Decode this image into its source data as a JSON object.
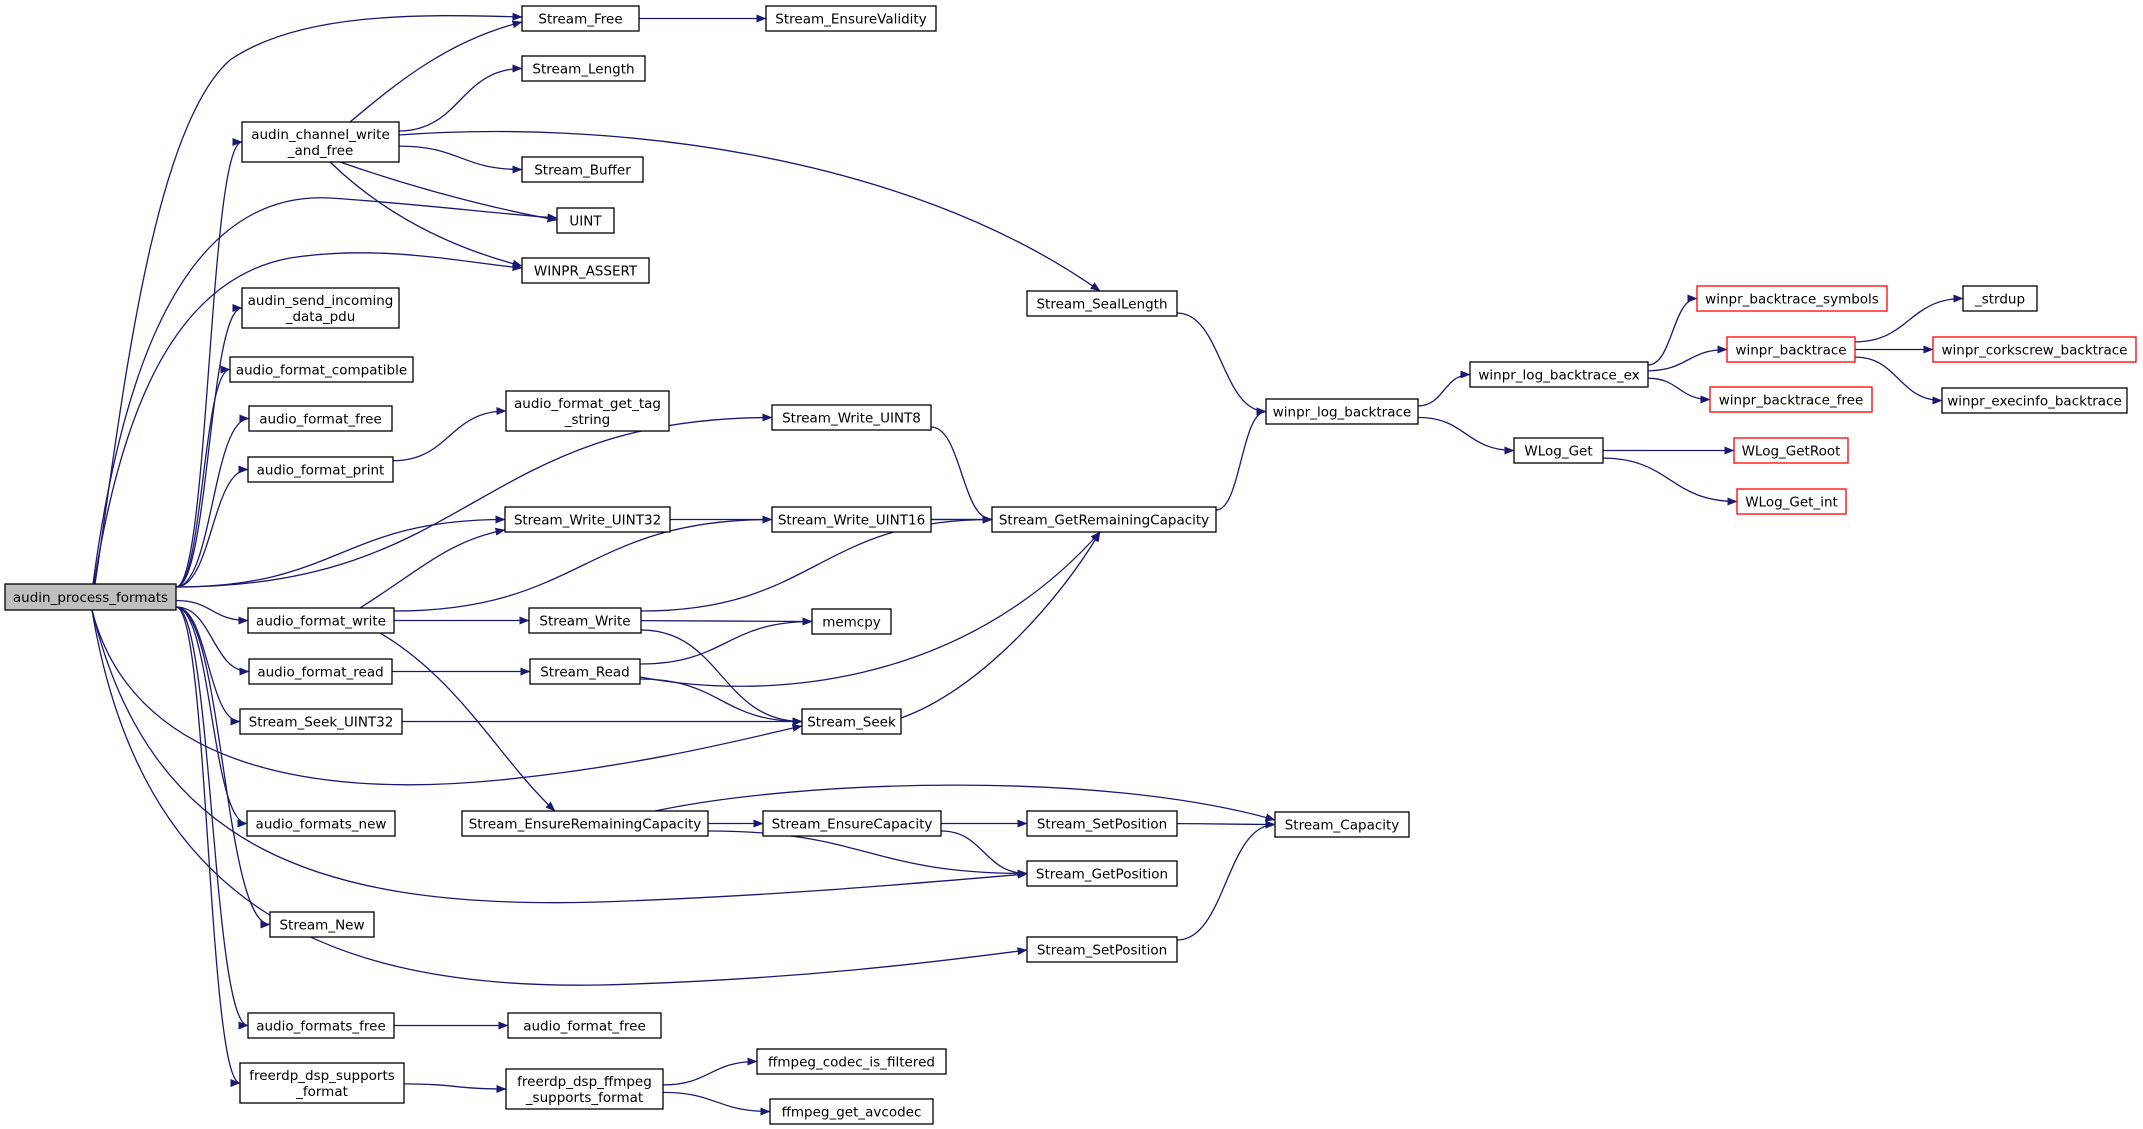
{
  "diagram": {
    "title": "",
    "nodes": [
      {
        "id": "root",
        "lines": [
          "audin_process_formats"
        ],
        "style": "root"
      },
      {
        "id": "stream_free",
        "lines": [
          "Stream_Free"
        ],
        "style": "normal"
      },
      {
        "id": "stream_ensurevalidity",
        "lines": [
          "Stream_EnsureValidity"
        ],
        "style": "normal"
      },
      {
        "id": "audin_channel_write",
        "lines": [
          "audin_channel_write",
          "_and_free"
        ],
        "style": "normal"
      },
      {
        "id": "stream_length",
        "lines": [
          "Stream_Length"
        ],
        "style": "normal"
      },
      {
        "id": "stream_buffer",
        "lines": [
          "Stream_Buffer"
        ],
        "style": "normal"
      },
      {
        "id": "uint",
        "lines": [
          "UINT"
        ],
        "style": "normal"
      },
      {
        "id": "winpr_assert",
        "lines": [
          "WINPR_ASSERT"
        ],
        "style": "normal"
      },
      {
        "id": "audin_send_incoming",
        "lines": [
          "audin_send_incoming",
          "_data_pdu"
        ],
        "style": "normal"
      },
      {
        "id": "audio_format_compatible",
        "lines": [
          "audio_format_compatible"
        ],
        "style": "normal"
      },
      {
        "id": "audio_format_free_1",
        "lines": [
          "audio_format_free"
        ],
        "style": "normal"
      },
      {
        "id": "audio_format_print",
        "lines": [
          "audio_format_print"
        ],
        "style": "normal"
      },
      {
        "id": "audio_format_get_tag",
        "lines": [
          "audio_format_get_tag",
          "_string"
        ],
        "style": "normal"
      },
      {
        "id": "stream_seallength",
        "lines": [
          "Stream_SealLength"
        ],
        "style": "normal"
      },
      {
        "id": "stream_write_uint8",
        "lines": [
          "Stream_Write_UINT8"
        ],
        "style": "normal"
      },
      {
        "id": "stream_write_uint32",
        "lines": [
          "Stream_Write_UINT32"
        ],
        "style": "normal"
      },
      {
        "id": "stream_write_uint16",
        "lines": [
          "Stream_Write_UINT16"
        ],
        "style": "normal"
      },
      {
        "id": "stream_getremainingcapacity",
        "lines": [
          "Stream_GetRemainingCapacity"
        ],
        "style": "normal"
      },
      {
        "id": "audio_format_write",
        "lines": [
          "audio_format_write"
        ],
        "style": "normal"
      },
      {
        "id": "stream_write",
        "lines": [
          "Stream_Write"
        ],
        "style": "normal"
      },
      {
        "id": "memcpy",
        "lines": [
          "memcpy"
        ],
        "style": "normal"
      },
      {
        "id": "audio_format_read",
        "lines": [
          "audio_format_read"
        ],
        "style": "normal"
      },
      {
        "id": "stream_read",
        "lines": [
          "Stream_Read"
        ],
        "style": "normal"
      },
      {
        "id": "stream_seek_uint32",
        "lines": [
          "Stream_Seek_UINT32"
        ],
        "style": "normal"
      },
      {
        "id": "stream_seek",
        "lines": [
          "Stream_Seek"
        ],
        "style": "normal"
      },
      {
        "id": "audio_formats_new",
        "lines": [
          "audio_formats_new"
        ],
        "style": "normal"
      },
      {
        "id": "stream_ensureremainingcapacity",
        "lines": [
          "Stream_EnsureRemainingCapacity"
        ],
        "style": "normal"
      },
      {
        "id": "stream_ensurecapacity",
        "lines": [
          "Stream_EnsureCapacity"
        ],
        "style": "normal"
      },
      {
        "id": "stream_setposition_1",
        "lines": [
          "Stream_SetPosition"
        ],
        "style": "normal"
      },
      {
        "id": "stream_capacity",
        "lines": [
          "Stream_Capacity"
        ],
        "style": "normal"
      },
      {
        "id": "stream_getposition",
        "lines": [
          "Stream_GetPosition"
        ],
        "style": "normal"
      },
      {
        "id": "stream_new",
        "lines": [
          "Stream_New"
        ],
        "style": "normal"
      },
      {
        "id": "stream_setposition_2",
        "lines": [
          "Stream_SetPosition"
        ],
        "style": "normal"
      },
      {
        "id": "audio_formats_free",
        "lines": [
          "audio_formats_free"
        ],
        "style": "normal"
      },
      {
        "id": "audio_format_free_2",
        "lines": [
          "audio_format_free"
        ],
        "style": "normal"
      },
      {
        "id": "freerdp_dsp_supports",
        "lines": [
          "freerdp_dsp_supports",
          "_format"
        ],
        "style": "normal"
      },
      {
        "id": "freerdp_dsp_ffmpeg",
        "lines": [
          "freerdp_dsp_ffmpeg",
          "_supports_format"
        ],
        "style": "normal"
      },
      {
        "id": "ffmpeg_codec_is_filtered",
        "lines": [
          "ffmpeg_codec_is_filtered"
        ],
        "style": "normal"
      },
      {
        "id": "ffmpeg_get_avcodec",
        "lines": [
          "ffmpeg_get_avcodec"
        ],
        "style": "normal"
      },
      {
        "id": "winpr_log_backtrace",
        "lines": [
          "winpr_log_backtrace"
        ],
        "style": "normal"
      },
      {
        "id": "winpr_log_backtrace_ex",
        "lines": [
          "winpr_log_backtrace_ex"
        ],
        "style": "normal"
      },
      {
        "id": "wlog_get",
        "lines": [
          "WLog_Get"
        ],
        "style": "normal"
      },
      {
        "id": "winpr_backtrace_symbols",
        "lines": [
          "winpr_backtrace_symbols"
        ],
        "style": "red"
      },
      {
        "id": "winpr_backtrace",
        "lines": [
          "winpr_backtrace"
        ],
        "style": "red"
      },
      {
        "id": "winpr_backtrace_free",
        "lines": [
          "winpr_backtrace_free"
        ],
        "style": "red"
      },
      {
        "id": "wlog_getroot",
        "lines": [
          "WLog_GetRoot"
        ],
        "style": "red"
      },
      {
        "id": "wlog_get_int",
        "lines": [
          "WLog_Get_int"
        ],
        "style": "red"
      },
      {
        "id": "strdup",
        "lines": [
          "_strdup"
        ],
        "style": "normal"
      },
      {
        "id": "winpr_corkscrew_backtrace",
        "lines": [
          "winpr_corkscrew_backtrace"
        ],
        "style": "red"
      },
      {
        "id": "winpr_execinfo_backtrace",
        "lines": [
          "winpr_execinfo_backtrace"
        ],
        "style": "normal"
      }
    ],
    "edges": [
      [
        "root",
        "stream_free"
      ],
      [
        "root",
        "audin_channel_write"
      ],
      [
        "root",
        "uint"
      ],
      [
        "root",
        "winpr_assert"
      ],
      [
        "root",
        "audin_send_incoming"
      ],
      [
        "root",
        "audio_format_compatible"
      ],
      [
        "root",
        "audio_format_free_1"
      ],
      [
        "root",
        "audio_format_print"
      ],
      [
        "root",
        "stream_write_uint8"
      ],
      [
        "root",
        "stream_write_uint32"
      ],
      [
        "root",
        "audio_format_write"
      ],
      [
        "root",
        "audio_format_read"
      ],
      [
        "root",
        "stream_seek_uint32"
      ],
      [
        "root",
        "stream_seek"
      ],
      [
        "root",
        "audio_formats_new"
      ],
      [
        "root",
        "stream_getposition"
      ],
      [
        "root",
        "stream_new"
      ],
      [
        "root",
        "stream_setposition_2"
      ],
      [
        "root",
        "audio_formats_free"
      ],
      [
        "root",
        "freerdp_dsp_supports"
      ],
      [
        "stream_free",
        "stream_ensurevalidity"
      ],
      [
        "audin_channel_write",
        "stream_free"
      ],
      [
        "audin_channel_write",
        "stream_length"
      ],
      [
        "audin_channel_write",
        "stream_buffer"
      ],
      [
        "audin_channel_write",
        "uint"
      ],
      [
        "audin_channel_write",
        "winpr_assert"
      ],
      [
        "audin_channel_write",
        "stream_seallength"
      ],
      [
        "audio_format_print",
        "audio_format_get_tag"
      ],
      [
        "stream_seallength",
        "winpr_log_backtrace"
      ],
      [
        "stream_write_uint8",
        "stream_getremainingcapacity"
      ],
      [
        "stream_write_uint32",
        "stream_getremainingcapacity"
      ],
      [
        "stream_write_uint16",
        "stream_getremainingcapacity"
      ],
      [
        "stream_getremainingcapacity",
        "winpr_log_backtrace"
      ],
      [
        "audio_format_write",
        "stream_write_uint32"
      ],
      [
        "audio_format_write",
        "stream_write_uint16"
      ],
      [
        "audio_format_write",
        "stream_write"
      ],
      [
        "audio_format_write",
        "stream_ensureremainingcapacity"
      ],
      [
        "stream_write",
        "stream_getremainingcapacity"
      ],
      [
        "stream_write",
        "memcpy"
      ],
      [
        "stream_write",
        "stream_seek"
      ],
      [
        "audio_format_read",
        "stream_read"
      ],
      [
        "stream_read",
        "memcpy"
      ],
      [
        "stream_read",
        "stream_getremainingcapacity"
      ],
      [
        "stream_read",
        "stream_seek"
      ],
      [
        "stream_seek_uint32",
        "stream_seek"
      ],
      [
        "stream_seek",
        "stream_getremainingcapacity"
      ],
      [
        "stream_ensureremainingcapacity",
        "stream_capacity"
      ],
      [
        "stream_ensureremainingcapacity",
        "stream_ensurecapacity"
      ],
      [
        "stream_ensureremainingcapacity",
        "stream_getposition"
      ],
      [
        "stream_ensurecapacity",
        "stream_setposition_1"
      ],
      [
        "stream_ensurecapacity",
        "stream_getposition"
      ],
      [
        "stream_setposition_1",
        "stream_capacity"
      ],
      [
        "stream_setposition_2",
        "stream_capacity"
      ],
      [
        "audio_formats_free",
        "audio_format_free_2"
      ],
      [
        "freerdp_dsp_supports",
        "freerdp_dsp_ffmpeg"
      ],
      [
        "freerdp_dsp_ffmpeg",
        "ffmpeg_codec_is_filtered"
      ],
      [
        "freerdp_dsp_ffmpeg",
        "ffmpeg_get_avcodec"
      ],
      [
        "winpr_log_backtrace",
        "winpr_log_backtrace_ex"
      ],
      [
        "winpr_log_backtrace",
        "wlog_get"
      ],
      [
        "winpr_log_backtrace_ex",
        "winpr_backtrace_symbols"
      ],
      [
        "winpr_log_backtrace_ex",
        "winpr_backtrace"
      ],
      [
        "winpr_log_backtrace_ex",
        "winpr_backtrace_free"
      ],
      [
        "wlog_get",
        "wlog_getroot"
      ],
      [
        "wlog_get",
        "wlog_get_int"
      ],
      [
        "winpr_backtrace",
        "strdup"
      ],
      [
        "winpr_backtrace",
        "winpr_corkscrew_backtrace"
      ],
      [
        "winpr_backtrace",
        "winpr_execinfo_backtrace"
      ]
    ]
  },
  "colors": {
    "edge": "#191970",
    "root_fill": "#bfbfbf",
    "node_border": "#000000",
    "unresolved_border": "#ff0000",
    "background": "#ffffff"
  }
}
